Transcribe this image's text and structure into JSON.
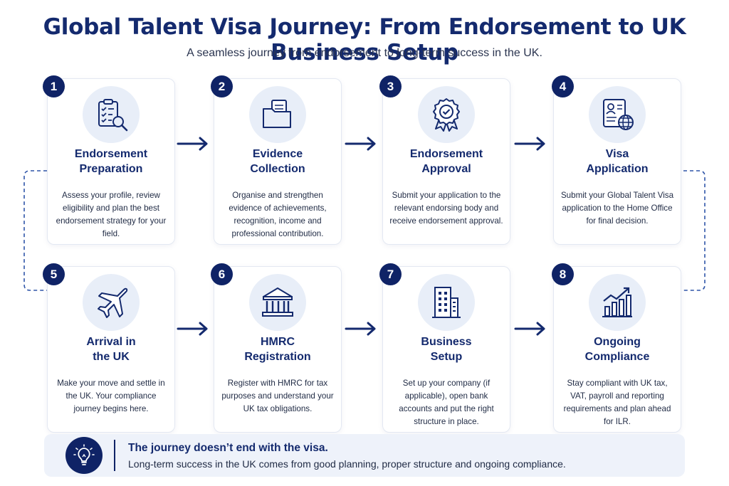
{
  "header": {
    "title": "Global Talent Visa Journey: From Endorsement to UK Business Setup",
    "subtitle": "A seamless journey from endorsement to long-term success in the UK."
  },
  "steps": [
    {
      "number": "1",
      "title": "Endorsement\nPreparation",
      "icon": "checklist-magnifier-icon",
      "description": "Assess your profile, review eligibility and plan the best endorsement strategy for your field."
    },
    {
      "number": "2",
      "title": "Evidence\nCollection",
      "icon": "folder-documents-icon",
      "description": "Organise and strengthen evidence of achievements, recognition, income and professional contribution."
    },
    {
      "number": "3",
      "title": "Endorsement\nApproval",
      "icon": "approval-badge-icon",
      "description": "Submit your application to the relevant endorsing body and receive endorsement approval."
    },
    {
      "number": "4",
      "title": "Visa\nApplication",
      "icon": "visa-document-globe-icon",
      "description": "Submit your Global Talent Visa application to the Home Office for final decision."
    },
    {
      "number": "5",
      "title": "Arrival in\nthe UK",
      "icon": "airplane-icon",
      "description": "Make your move and settle in the UK. Your compliance journey begins here."
    },
    {
      "number": "6",
      "title": "HMRC\nRegistration",
      "icon": "government-building-icon",
      "description": "Register with HMRC for tax purposes and understand your UK tax obligations."
    },
    {
      "number": "7",
      "title": "Business\nSetup",
      "icon": "office-building-icon",
      "description": "Set up your company (if applicable), open bank accounts and put the right structure in place."
    },
    {
      "number": "8",
      "title": "Ongoing\nCompliance",
      "icon": "growth-chart-icon",
      "description": "Stay compliant with UK tax, VAT, payroll and reporting requirements and plan ahead for ILR."
    }
  ],
  "banner": {
    "icon": "lightbulb-icon",
    "title": "The journey doesn’t end with the visa.",
    "text": "Long-term success in the UK comes from good planning, proper structure and ongoing compliance."
  },
  "colors": {
    "primary": "#142a6e",
    "badge": "#0f2366",
    "icon_background": "#e8eef8",
    "connector": "#2f55a8",
    "banner_background": "#eef2fa"
  }
}
